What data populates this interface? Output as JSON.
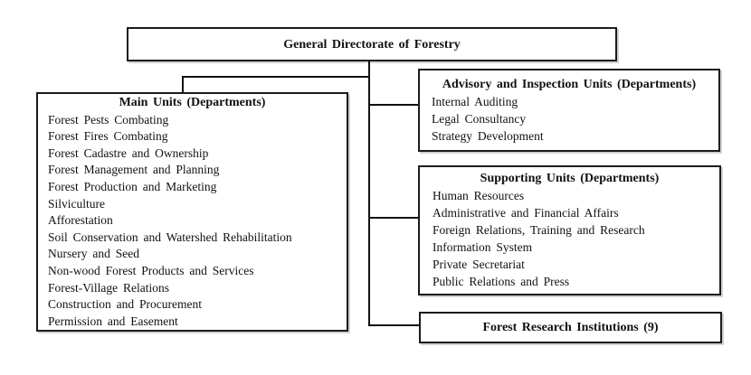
{
  "org": {
    "root": {
      "title": "General Directorate of Forestry"
    },
    "main_units": {
      "title": "Main Units (Departments)",
      "items": [
        "Forest Pests Combating",
        "Forest Fires Combating",
        "Forest Cadastre and Ownership",
        "Forest Management and Planning",
        "Forest Production and Marketing",
        "Silviculture",
        "Afforestation",
        "Soil Conservation and Watershed Rehabilitation",
        "Nursery and Seed",
        "Non-wood Forest Products and Services",
        "Forest-Village Relations",
        "Construction and Procurement",
        "Permission and Easement"
      ]
    },
    "advisory_units": {
      "title": "Advisory and Inspection Units (Departments)",
      "items": [
        "Internal Auditing",
        "Legal Consultancy",
        "Strategy Development"
      ]
    },
    "supporting_units": {
      "title": "Supporting Units (Departments)",
      "items": [
        "Human Resources",
        "Administrative and Financial Affairs",
        "Foreign Relations, Training and Research",
        "Information System",
        "Private Secretariat",
        "Public Relations and Press"
      ]
    },
    "research_units": {
      "title": "Forest Research Institutions (9)"
    }
  },
  "colors": {
    "background": "#ffffff",
    "border": "#1b1b1b",
    "text": "#111111",
    "line": "#111111"
  }
}
